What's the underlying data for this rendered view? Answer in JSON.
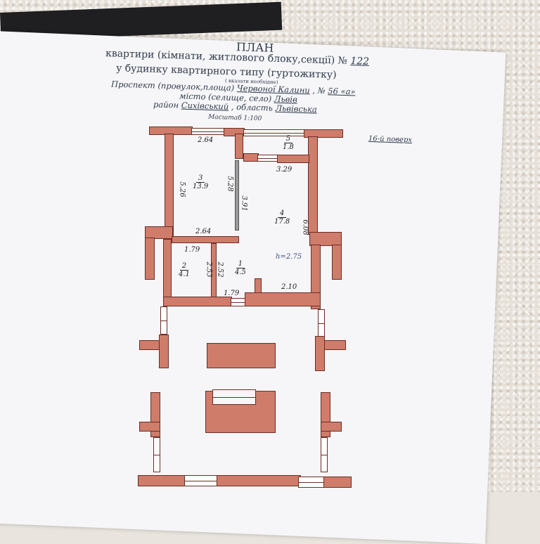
{
  "header": {
    "title": "ПЛАН",
    "line1": "квартири (кімнати, житлового блоку,секції) №",
    "apartment_number": "122",
    "line2": "у будинку квартирного типу (гуртожитку)",
    "note": "( вказати необхідне)",
    "scale": "Масштаб 1:100"
  },
  "address": {
    "street_type": "Проспект (провулок,площа)",
    "street_name": "Червоної Калини",
    "house_label": ", №",
    "house_number": "56 «а»",
    "city_prefix": "місто (селище, село)",
    "city": "Львів",
    "district_prefix": "район",
    "district": "Сихівський",
    "region_prefix": ", область",
    "region": "Львівська"
  },
  "plan": {
    "floor": "16-й поверх",
    "ceiling_height": "h=2.75",
    "rooms": [
      {
        "number": "3",
        "area": "13.9"
      },
      {
        "number": "4",
        "area": "17.8"
      },
      {
        "number": "5",
        "area": "1.8"
      },
      {
        "number": "2",
        "area": "4.1"
      },
      {
        "number": "1",
        "area": "4.5"
      }
    ],
    "dims": [
      "2.64",
      "3.29",
      "5.26",
      "5.28",
      "3.91",
      "2.64",
      "6.08",
      "1.79",
      "2.53",
      "2.52",
      "1.79",
      "2.10"
    ]
  },
  "colors": {
    "wall": "#cf7c6b",
    "wall_outline": "#6b2d25",
    "paper": "#f6f6f8",
    "text": "#2f3a4c"
  }
}
